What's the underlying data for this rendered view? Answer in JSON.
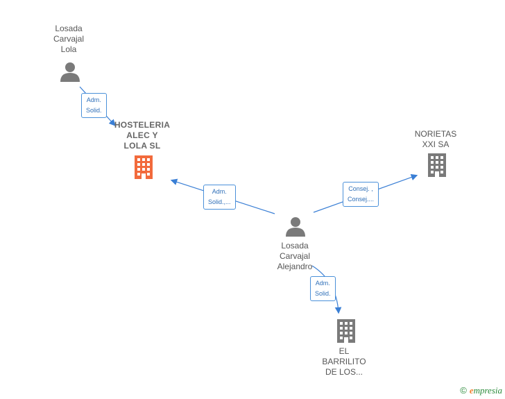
{
  "colors": {
    "person": "#7a7a7a",
    "company": "#7a7a7a",
    "company_highlight": "#f26a3c",
    "edge": "#3a7fd5",
    "brand_green": "#2a8a3a",
    "brand_orange": "#f08030"
  },
  "nodes": {
    "lola": {
      "label": "Losada\nCarvajal\nLola",
      "icon": "person-icon"
    },
    "hosteleria": {
      "label": "HOSTELERIA\nALEC Y\nLOLA  SL",
      "icon": "building-icon"
    },
    "norietas": {
      "label": "NORIETAS\nXXI SA",
      "icon": "building-icon"
    },
    "alejandro": {
      "label": "Losada\nCarvajal\nAlejandro",
      "icon": "person-icon"
    },
    "barrilito": {
      "label": "EL\nBARRILITO\nDE LOS...",
      "icon": "building-icon"
    }
  },
  "edges": {
    "lola_hosteleria": "Adm.\nSolid.",
    "alejandro_hosteleria": "Adm.\nSolid.,...",
    "alejandro_norietas": "Consej. ,\nConsej....",
    "alejandro_barrilito": "Adm.\nSolid."
  },
  "footer": {
    "copyright": "©",
    "brand": "mpresia",
    "brand_initial": "e"
  }
}
